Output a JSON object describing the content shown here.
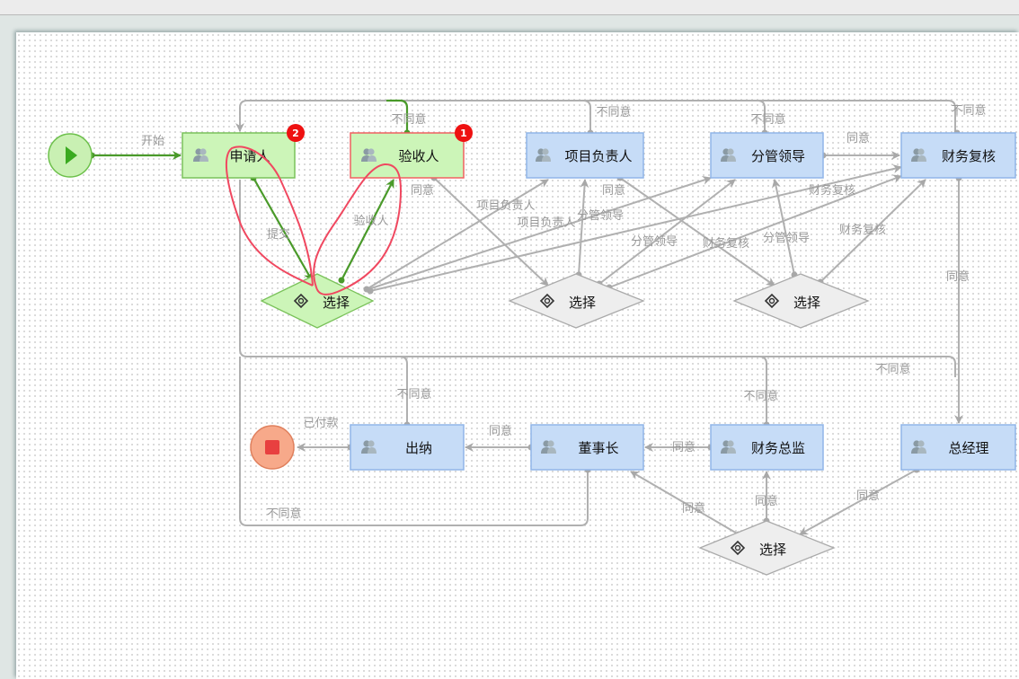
{
  "colors": {
    "active_fill": "#ccf5b8",
    "active_border": "#7ac25a",
    "pending_fill": "#c6dcf7",
    "pending_border": "#90b5e8",
    "current_border": "#f06060",
    "flow_done": "#4a9a2a",
    "flow": "#b0b0b0",
    "annotation": "#f04860",
    "badge": "#ee1111"
  },
  "nodes": {
    "applicant": {
      "label": "申请人",
      "badge": "2",
      "icon": "users-icon"
    },
    "acceptor": {
      "label": "验收人",
      "badge": "1",
      "icon": "users-icon"
    },
    "project_lead": {
      "label": "项目负责人",
      "icon": "users-icon"
    },
    "division_lead": {
      "label": "分管领导",
      "icon": "users-icon"
    },
    "finance_review": {
      "label": "财务复核",
      "icon": "users-icon"
    },
    "cashier": {
      "label": "出纳",
      "icon": "users-icon"
    },
    "chairman": {
      "label": "董事长",
      "icon": "users-icon"
    },
    "cfo": {
      "label": "财务总监",
      "icon": "users-icon"
    },
    "gm": {
      "label": "总经理",
      "icon": "users-icon"
    },
    "gateway1": {
      "label": "选择",
      "icon": "gateway-icon"
    },
    "gateway2": {
      "label": "选择",
      "icon": "gateway-icon"
    },
    "gateway3": {
      "label": "选择",
      "icon": "gateway-icon"
    },
    "gateway4": {
      "label": "选择",
      "icon": "gateway-icon"
    }
  },
  "edges": {
    "start": "开始",
    "submit": "提交",
    "to_acceptor": "验收人",
    "acceptor_reject": "不同意",
    "acceptor_agree": "同意",
    "g1_project": "项目负责人",
    "g1_project2": "项目负责人",
    "g1_division": "分管领导",
    "project_reject": "不同意",
    "project_agree": "同意",
    "g2_division": "分管领导",
    "g2_finance": "财务复核",
    "division_reject": "不同意",
    "division_agree": "同意",
    "g3_division": "分管领导",
    "g3_finance": "财务复核",
    "g1_finance": "财务复核",
    "finance_reject": "不同意",
    "finance_agree": "同意",
    "gm_reject": "不同意",
    "cashier_reject": "不同意",
    "cfo_reject": "不同意",
    "paid": "已付款",
    "chairman_agree": "同意",
    "cfo_agree": "同意",
    "chairman_reject": "不同意",
    "g4_chairman": "同意",
    "g4_cfo": "同意",
    "gm_agree": "同意"
  }
}
